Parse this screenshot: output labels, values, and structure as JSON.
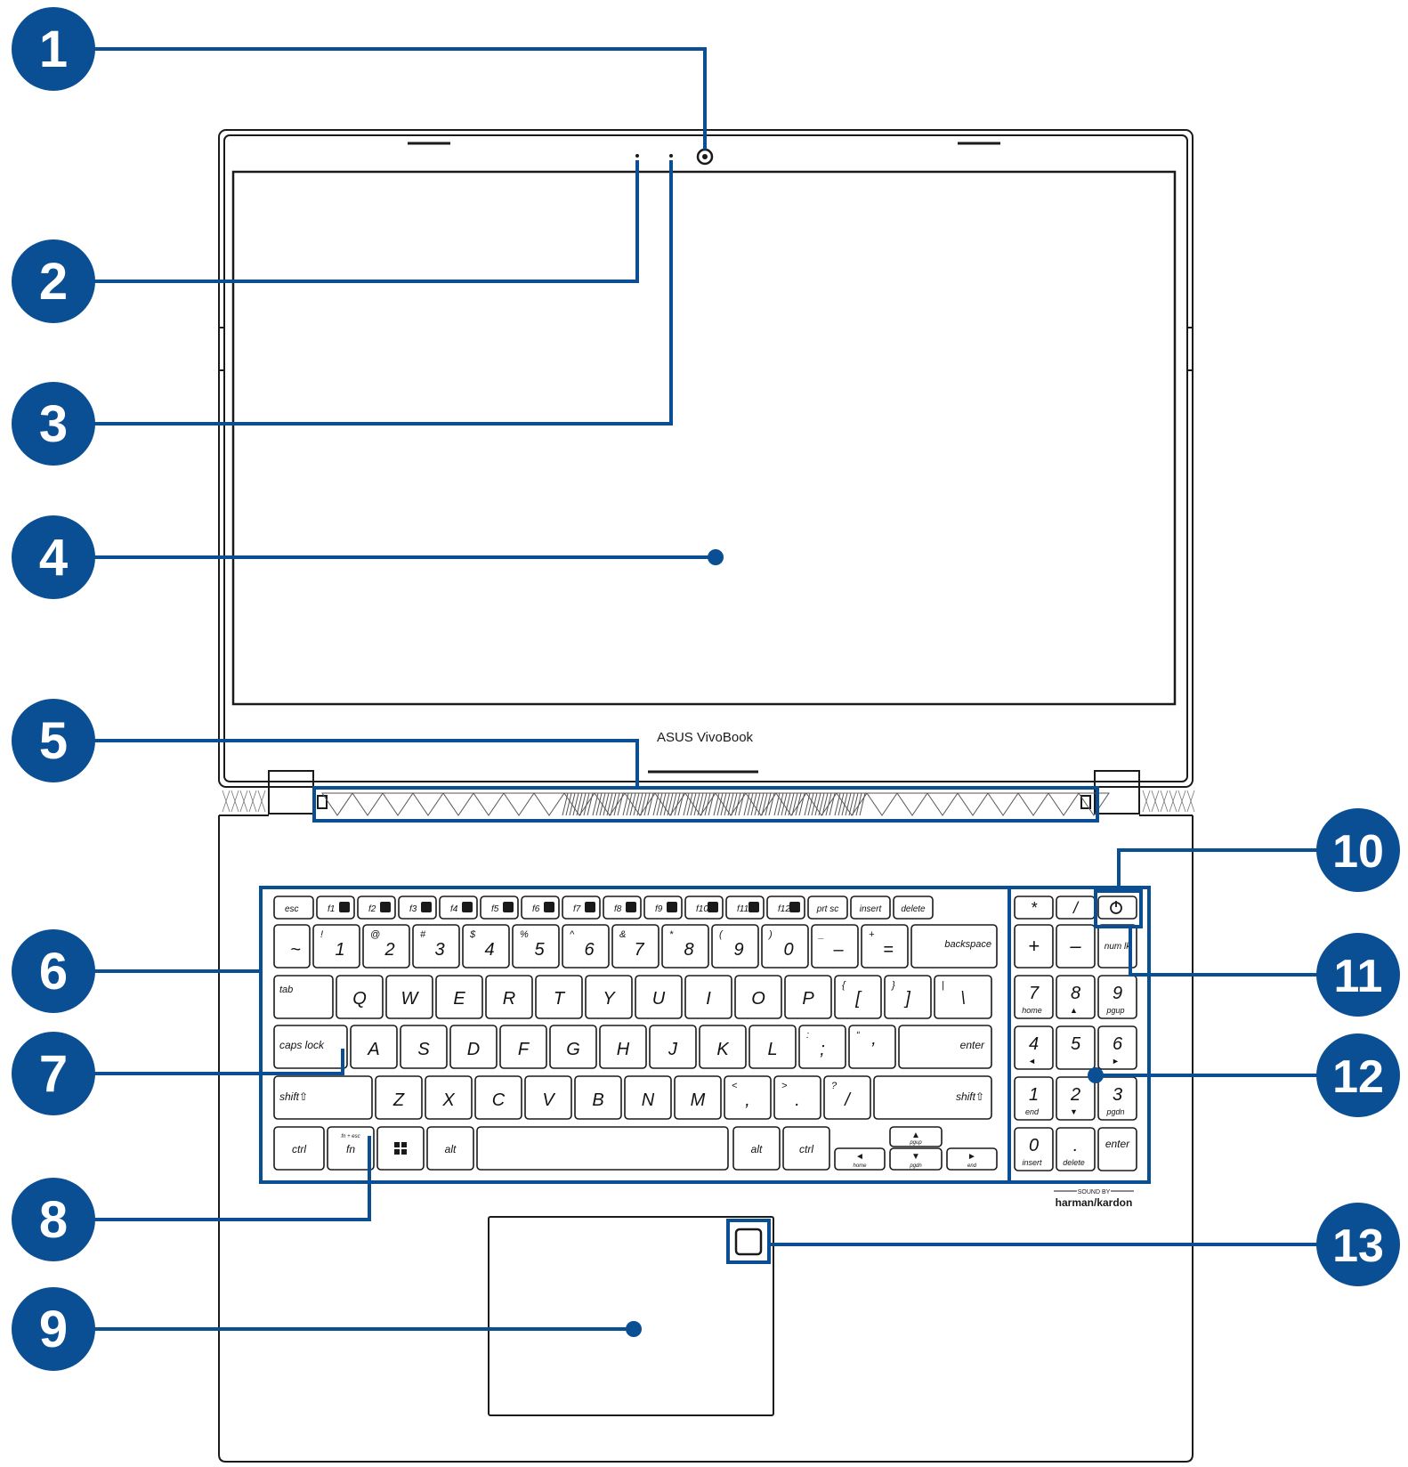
{
  "brand": "ASUS VivoBook",
  "speaker_badge": {
    "top": "SOUND BY",
    "brand": "harman/kardon"
  },
  "colors": {
    "callout": "#0a4e93",
    "line": "#0a4e93",
    "outline": "#1a1a1a",
    "background": "#ffffff"
  },
  "callouts": [
    "1",
    "2",
    "3",
    "4",
    "5",
    "6",
    "7",
    "8",
    "9",
    "10",
    "11",
    "12",
    "13"
  ],
  "keyboard": {
    "fn_row": [
      "esc",
      "f1",
      "f2",
      "f3",
      "f4",
      "f5",
      "f6",
      "f7",
      "f8",
      "f9",
      "f10",
      "f11",
      "f12",
      "prt sc",
      "insert",
      "delete"
    ],
    "number_row": [
      "~",
      "1",
      "2",
      "3",
      "4",
      "5",
      "6",
      "7",
      "8",
      "9",
      "0",
      "–",
      "=",
      "backspace"
    ],
    "number_row_shift": [
      "",
      "!",
      "@",
      "#",
      "$",
      "%",
      "^",
      "&",
      "*",
      "(",
      ")",
      "_",
      "+",
      ""
    ],
    "qwerty_row": [
      "tab",
      "Q",
      "W",
      "E",
      "R",
      "T",
      "Y",
      "U",
      "I",
      "O",
      "P",
      "[",
      "]",
      "\\"
    ],
    "qwerty_row_shift": [
      "",
      "",
      "",
      "",
      "",
      "",
      "",
      "",
      "",
      "",
      "",
      "{",
      "}",
      "|"
    ],
    "home_row": [
      "caps lock",
      "A",
      "S",
      "D",
      "F",
      "G",
      "H",
      "J",
      "K",
      "L",
      ";",
      "’",
      "enter"
    ],
    "home_row_shift": [
      "",
      "",
      "",
      "",
      "",
      "",
      "",
      "",
      "",
      "",
      ":",
      "“",
      ""
    ],
    "shift_row": [
      "shift⇧",
      "Z",
      "X",
      "C",
      "V",
      "B",
      "N",
      "M",
      ",",
      ".",
      "/",
      "shift⇧"
    ],
    "shift_row_shift": [
      "",
      "",
      "",
      "",
      "",
      "",
      "",
      "",
      "<",
      ">",
      "?",
      ""
    ],
    "bottom_row": [
      "ctrl",
      "fn",
      "",
      "alt",
      "",
      "alt",
      "ctrl"
    ],
    "fn_sub": "fn + esc",
    "arrow_sub": {
      "up": "pgup",
      "down": "pgdn",
      "left": "home",
      "right": "end"
    },
    "numpad": {
      "row1": [
        "*",
        "/",
        ""
      ],
      "row2": [
        "+",
        "–",
        "num lk"
      ],
      "row3": [
        {
          "n": "7",
          "s": "home"
        },
        {
          "n": "8",
          "s": "▲"
        },
        {
          "n": "9",
          "s": "pgup"
        }
      ],
      "row4": [
        {
          "n": "4",
          "s": "◄"
        },
        {
          "n": "5",
          "s": ""
        },
        {
          "n": "6",
          "s": "►"
        }
      ],
      "row5": [
        {
          "n": "1",
          "s": "end"
        },
        {
          "n": "2",
          "s": "▼"
        },
        {
          "n": "3",
          "s": "pgdn"
        }
      ],
      "row6": [
        {
          "n": "0",
          "s": "insert"
        },
        {
          "n": ".",
          "s": "delete"
        },
        {
          "n": "enter",
          "s": ""
        }
      ]
    }
  }
}
